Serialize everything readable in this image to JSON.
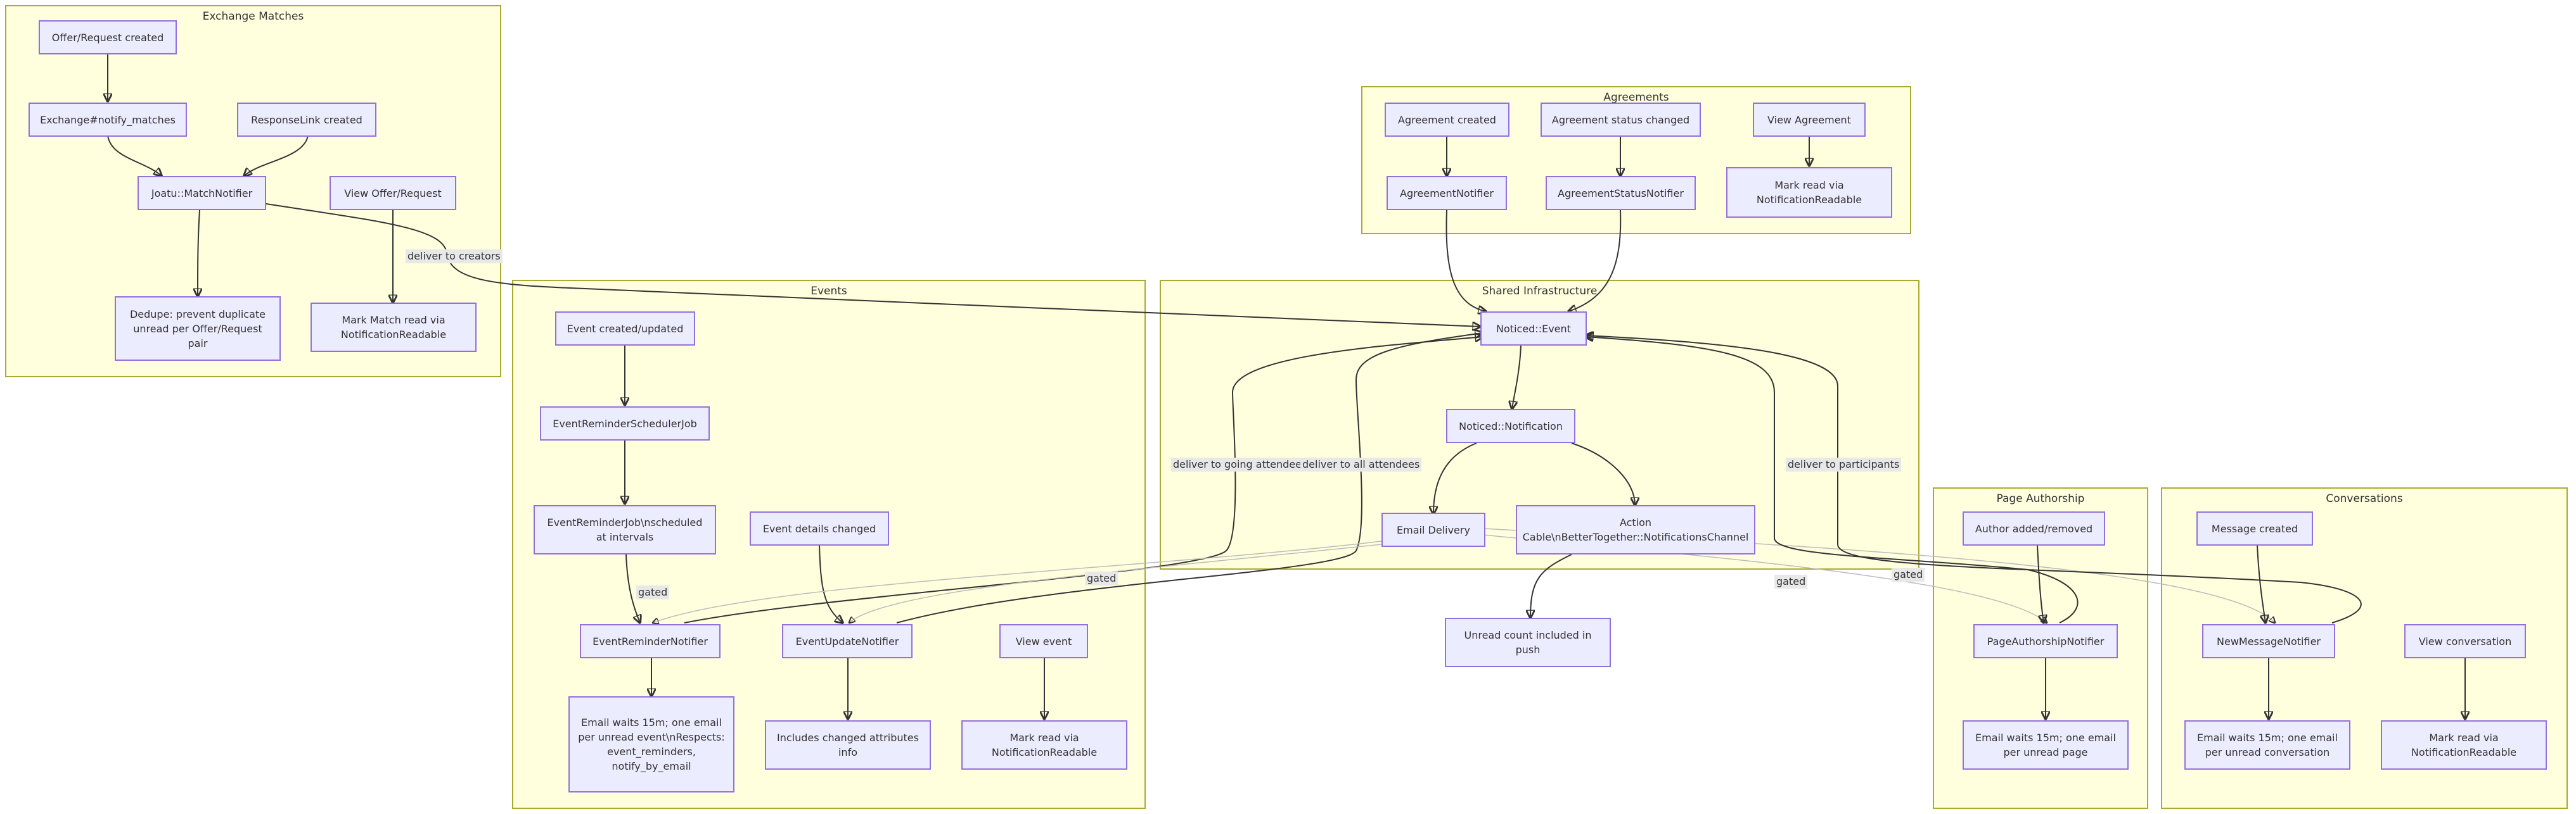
{
  "clusters": {
    "exchange": "Exchange Matches",
    "agreements": "Agreements",
    "events": "Events",
    "shared": "Shared Infrastructure",
    "page_authorship": "Page Authorship",
    "conversations": "Conversations"
  },
  "nodes": {
    "offer_request_created": "Offer/Request created",
    "exchange_notify_matches": "Exchange#notify_matches",
    "responselink_created": "ResponseLink created",
    "match_notifier": "Joatu::MatchNotifier",
    "view_offer_request": "View Offer/Request",
    "dedupe": "Dedupe: prevent duplicate unread per Offer/Request pair",
    "mark_match_read": "Mark Match read via NotificationReadable",
    "agreement_created": "Agreement created",
    "agreement_status_changed": "Agreement status changed",
    "view_agreement": "View Agreement",
    "agreement_notifier": "AgreementNotifier",
    "agreement_status_notifier": "AgreementStatusNotifier",
    "agreement_mark_read": "Mark read via NotificationReadable",
    "event_created_updated": "Event created/updated",
    "event_reminder_scheduler_job": "EventReminderSchedulerJob",
    "event_reminder_job": "EventReminderJob\\nscheduled at intervals",
    "event_details_changed": "Event details changed",
    "event_reminder_notifier": "EventReminderNotifier",
    "event_update_notifier": "EventUpdateNotifier",
    "view_event": "View event",
    "event_reminder_email": "Email waits 15m; one email per unread event\\nRespects: event_reminders, notify_by_email",
    "includes_changed": "Includes changed attributes info",
    "event_mark_read": "Mark read via NotificationReadable",
    "noticed_event": "Noticed::Event",
    "noticed_notification": "Noticed::Notification",
    "email_delivery": "Email Delivery",
    "action_cable": "Action Cable\\nBetterTogether::NotificationsChannel",
    "unread_count": "Unread count included in push",
    "author_added_removed": "Author added/removed",
    "page_authorship_notifier": "PageAuthorshipNotifier",
    "page_email": "Email waits 15m; one email per unread page",
    "message_created": "Message created",
    "new_message_notifier": "NewMessageNotifier",
    "view_conversation": "View conversation",
    "conversation_email": "Email waits 15m; one email per unread conversation",
    "conversation_mark_read": "Mark read via NotificationReadable"
  },
  "edge_labels": {
    "deliver_to_creators": "deliver to creators",
    "deliver_to_going_attendees": "deliver to going attendees",
    "deliver_to_all_attendees": "deliver to all attendees",
    "deliver_to_participants": "deliver to participants",
    "gated_reminder": "gated",
    "gated_update": "gated",
    "gated_page": "gated",
    "gated_message": "gated"
  }
}
